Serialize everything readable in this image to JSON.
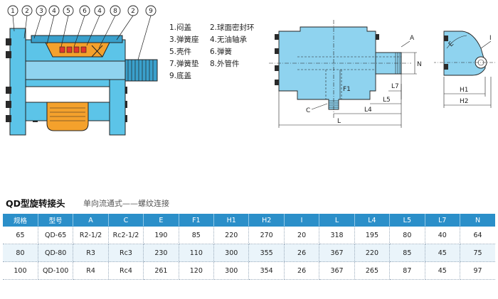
{
  "section_view": {
    "callouts": [
      "1",
      "2",
      "3",
      "4",
      "5",
      "6",
      "4",
      "8",
      "2",
      "9"
    ]
  },
  "legend": {
    "items": [
      [
        "1.闷盖",
        "2.球面密封环"
      ],
      [
        "3.弹簧座",
        "4.无油轴承"
      ],
      [
        "5.壳件",
        "6.弹簧"
      ],
      [
        "7.弹簧垫",
        "8.外管件"
      ],
      [
        "9.底盖",
        ""
      ]
    ]
  },
  "dimension_drawing": {
    "labels": {
      "A": "A",
      "N": "N",
      "F1": "F1",
      "L7": "L7",
      "L5": "L5",
      "L4": "L4",
      "C": "C",
      "L": "L"
    }
  },
  "side_view": {
    "labels": {
      "E": "E",
      "I": "I",
      "H1": "H1",
      "H2": "H2"
    }
  },
  "colors": {
    "body": "#5cc4e8",
    "body_dark": "#3aa0cc",
    "seal": "#f4a12c",
    "pipe": "#8fd3ef",
    "header": "#2b8fc9",
    "line": "#222222"
  },
  "spec": {
    "title": "QD型旋转接头",
    "subtitle": "单向流通式——螺纹连接",
    "headers": [
      "规格",
      "型号",
      "A",
      "C",
      "E",
      "F1",
      "H1",
      "H2",
      "I",
      "L",
      "L4",
      "L5",
      "L7",
      "N"
    ],
    "rows": [
      [
        "65",
        "QD-65",
        "R2-1/2",
        "Rc2-1/2",
        "190",
        "85",
        "220",
        "270",
        "20",
        "318",
        "195",
        "80",
        "40",
        "64"
      ],
      [
        "80",
        "QD-80",
        "R3",
        "Rc3",
        "230",
        "110",
        "300",
        "355",
        "26",
        "367",
        "220",
        "85",
        "45",
        "75"
      ],
      [
        "100",
        "QD-100",
        "R4",
        "Rc4",
        "261",
        "120",
        "300",
        "354",
        "26",
        "367",
        "265",
        "87",
        "45",
        "97"
      ]
    ]
  }
}
